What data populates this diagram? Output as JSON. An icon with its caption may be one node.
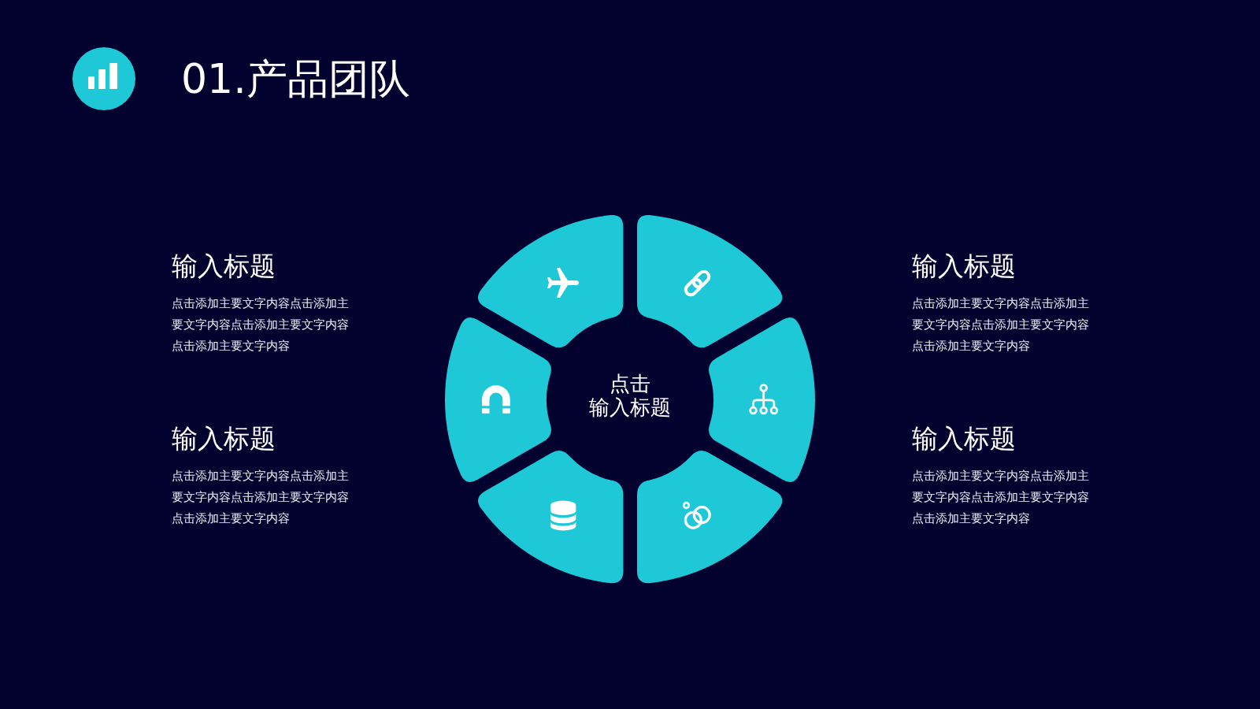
{
  "diagram": {
    "title": "01.产品团队",
    "nodes": [
      {
        "text": [],
        "shape": "segment"
      },
      {
        "text": [],
        "shape": "segment"
      },
      {
        "text": [],
        "shape": "segment"
      },
      {
        "text": [],
        "shape": "segment"
      },
      {
        "text": [],
        "shape": "segment"
      },
      {
        "text": [],
        "shape": "segment"
      }
    ],
    "labels": [
      "输入标题",
      "点击添加主要文字内容点击添加主要文字内容点击添加主要文字内容点击添加主要文字内容",
      "输入标题",
      "点击添加主要文字内容点击添加主要文字内容点击添加主要文字内容点击添加主要文字内容",
      "点击输入标题",
      "输入标题",
      "点击添加主要文字内容点击添加主要文字内容点击添加主要文字内容点击添加主要文字内容",
      "输入标题",
      "点击添加主要文字内容点击添加主要文字内容点击添加主要文字内容点击添加主要文字内容"
    ]
  }
}
